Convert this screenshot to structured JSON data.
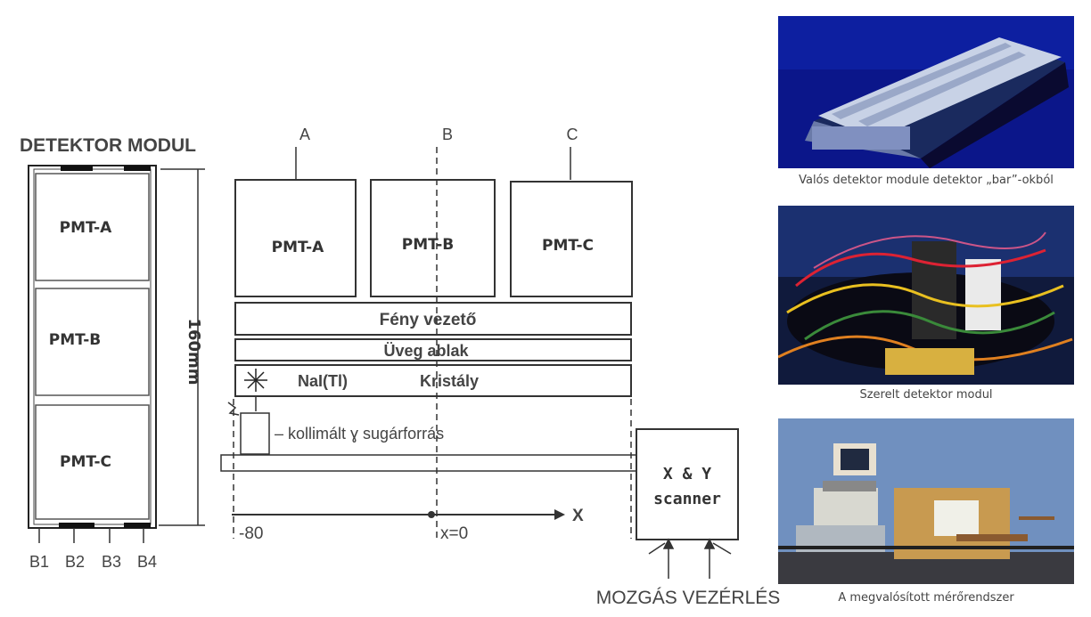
{
  "module": {
    "title": "DETEKTOR MODUL",
    "pmts": [
      "PMT-A",
      "PMT-B",
      "PMT-C"
    ],
    "dimension": "160mm",
    "bottom_labels": [
      "B1",
      "B2",
      "B3",
      "B4"
    ]
  },
  "cross_section": {
    "top_letters": [
      "A",
      "B",
      "C"
    ],
    "pmts": [
      "PMT-A",
      "PMT-B",
      "PMT-C"
    ],
    "light_guide": "Fény vezető",
    "glass_window": "Üveg ablak",
    "crystal_left": "NaI(Tl)",
    "crystal_right": "Kristály",
    "source": "– kollimált ɣ sugárforrás",
    "axis_label": "X",
    "tick_left": "-80",
    "tick_center": "x=0",
    "scanner_line1": "X & Y",
    "scanner_line2": "scanner",
    "motion_control": "MOZGÁS VEZÉRLÉS"
  },
  "photos": [
    {
      "caption": "Valós detektor module detektor „bar”-okból",
      "bg": "#0a1a8c"
    },
    {
      "caption": "Szerelt detektor modul",
      "bg": "#1a2e6a"
    },
    {
      "caption": "A megvalósított mérőrendszer",
      "bg": "#6a86b4"
    }
  ]
}
